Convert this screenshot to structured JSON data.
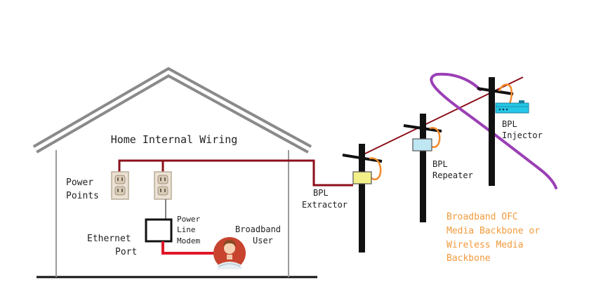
{
  "house": {
    "title": "Home Internal Wiring",
    "power_points_label": [
      "Power",
      "Points"
    ],
    "ethernet_port_label": [
      "Ethernet",
      "Port"
    ],
    "modem_label": [
      "Power",
      "Line",
      "Modem"
    ],
    "user_label": [
      "Broadband",
      "User"
    ]
  },
  "poles": {
    "extractor_label": [
      "BPL",
      "Extractor"
    ],
    "repeater_label": [
      "BPL",
      "Repeater"
    ],
    "injector_label": [
      "BPL",
      "Injector"
    ]
  },
  "backbone": {
    "label": [
      "Broadband OFC",
      "Media Backbone or",
      "Wireless Media",
      "Backbone"
    ]
  },
  "colors": {
    "wire": "#8b0f1a",
    "ethernet_cable": "#e0182a",
    "roof": "#8a8a8a",
    "drop_cable": "#f28a2c",
    "backbone_text": "#f29a3c",
    "backbone_curve": "#9b3fb5",
    "injector": "#25c6e6",
    "extractor": "#f3f08a",
    "repeater": "#bfe6f3"
  }
}
